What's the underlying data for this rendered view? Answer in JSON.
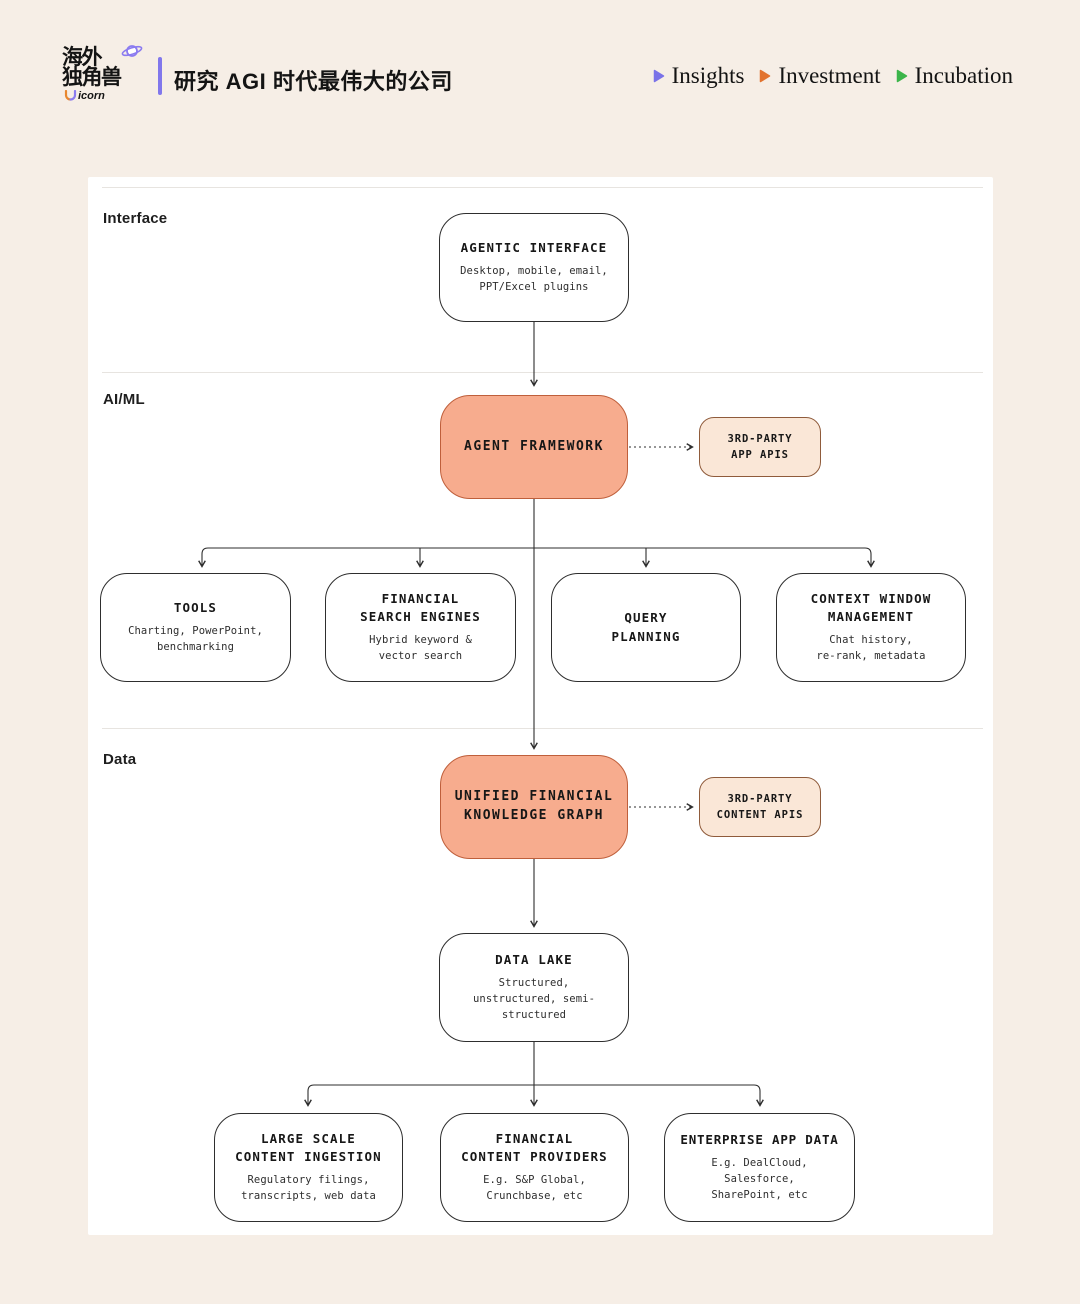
{
  "header": {
    "logo": {
      "cn_line1": "海外",
      "cn_line2": "独角兽",
      "wordmark": "icorn",
      "planet_icon": "saturn-planet-icon"
    },
    "tagline": "研究 AGI 时代最伟大的公司",
    "nav": [
      {
        "label": "Insights",
        "arrow_color": "#7A72E8"
      },
      {
        "label": "Investment",
        "arrow_color": "#E2732F"
      },
      {
        "label": "Incubation",
        "arrow_color": "#3CB54A"
      }
    ]
  },
  "diagram": {
    "section_labels": {
      "interface": "Interface",
      "aiml": "AI/ML",
      "data": "Data"
    },
    "nodes": {
      "agentic_interface": {
        "title": "AGENTIC INTERFACE",
        "subtitle": "Desktop, mobile, email,\nPPT/Excel plugins"
      },
      "agent_framework": {
        "title": "AGENT FRAMEWORK"
      },
      "third_party_app_apis": {
        "title": "3RD-PARTY\nAPP APIS"
      },
      "tools": {
        "title": "TOOLS",
        "subtitle": "Charting, PowerPoint,\nbenchmarking"
      },
      "financial_search_engines": {
        "title": "FINANCIAL\nSEARCH ENGINES",
        "subtitle": "Hybrid keyword &\nvector search"
      },
      "query_planning": {
        "title": "QUERY\nPLANNING"
      },
      "context_window_management": {
        "title": "CONTEXT WINDOW\nMANAGEMENT",
        "subtitle": "Chat history,\nre-rank, metadata"
      },
      "unified_financial_knowledge_graph": {
        "title": "UNIFIED FINANCIAL\nKNOWLEDGE GRAPH"
      },
      "third_party_content_apis": {
        "title": "3RD-PARTY\nCONTENT APIS"
      },
      "data_lake": {
        "title": "DATA LAKE",
        "subtitle": "Structured,\nunstructured, semi-\nstructured"
      },
      "large_scale_content_ingestion": {
        "title": "LARGE SCALE\nCONTENT INGESTION",
        "subtitle": "Regulatory filings,\ntranscripts, web data"
      },
      "financial_content_providers": {
        "title": "FINANCIAL\nCONTENT PROVIDERS",
        "subtitle": "E.g. S&P Global,\nCrunchbase, etc"
      },
      "enterprise_app_data": {
        "title": "ENTERPRISE APP DATA",
        "subtitle": "E.g. DealCloud,\nSalesforce,\nSharePoint, etc"
      }
    }
  },
  "colors": {
    "background": "#F6EEE6",
    "card": "#FFFFFF",
    "highlight_fill": "#F7AC8E",
    "highlight_border": "#BF5F3B",
    "peach_fill": "#FAE7D7",
    "peach_border": "#8F5B3B",
    "accent_purple": "#8177EC",
    "accent_orange": "#E2732F",
    "accent_green": "#3CB54A",
    "line": "#2E2E2E"
  }
}
